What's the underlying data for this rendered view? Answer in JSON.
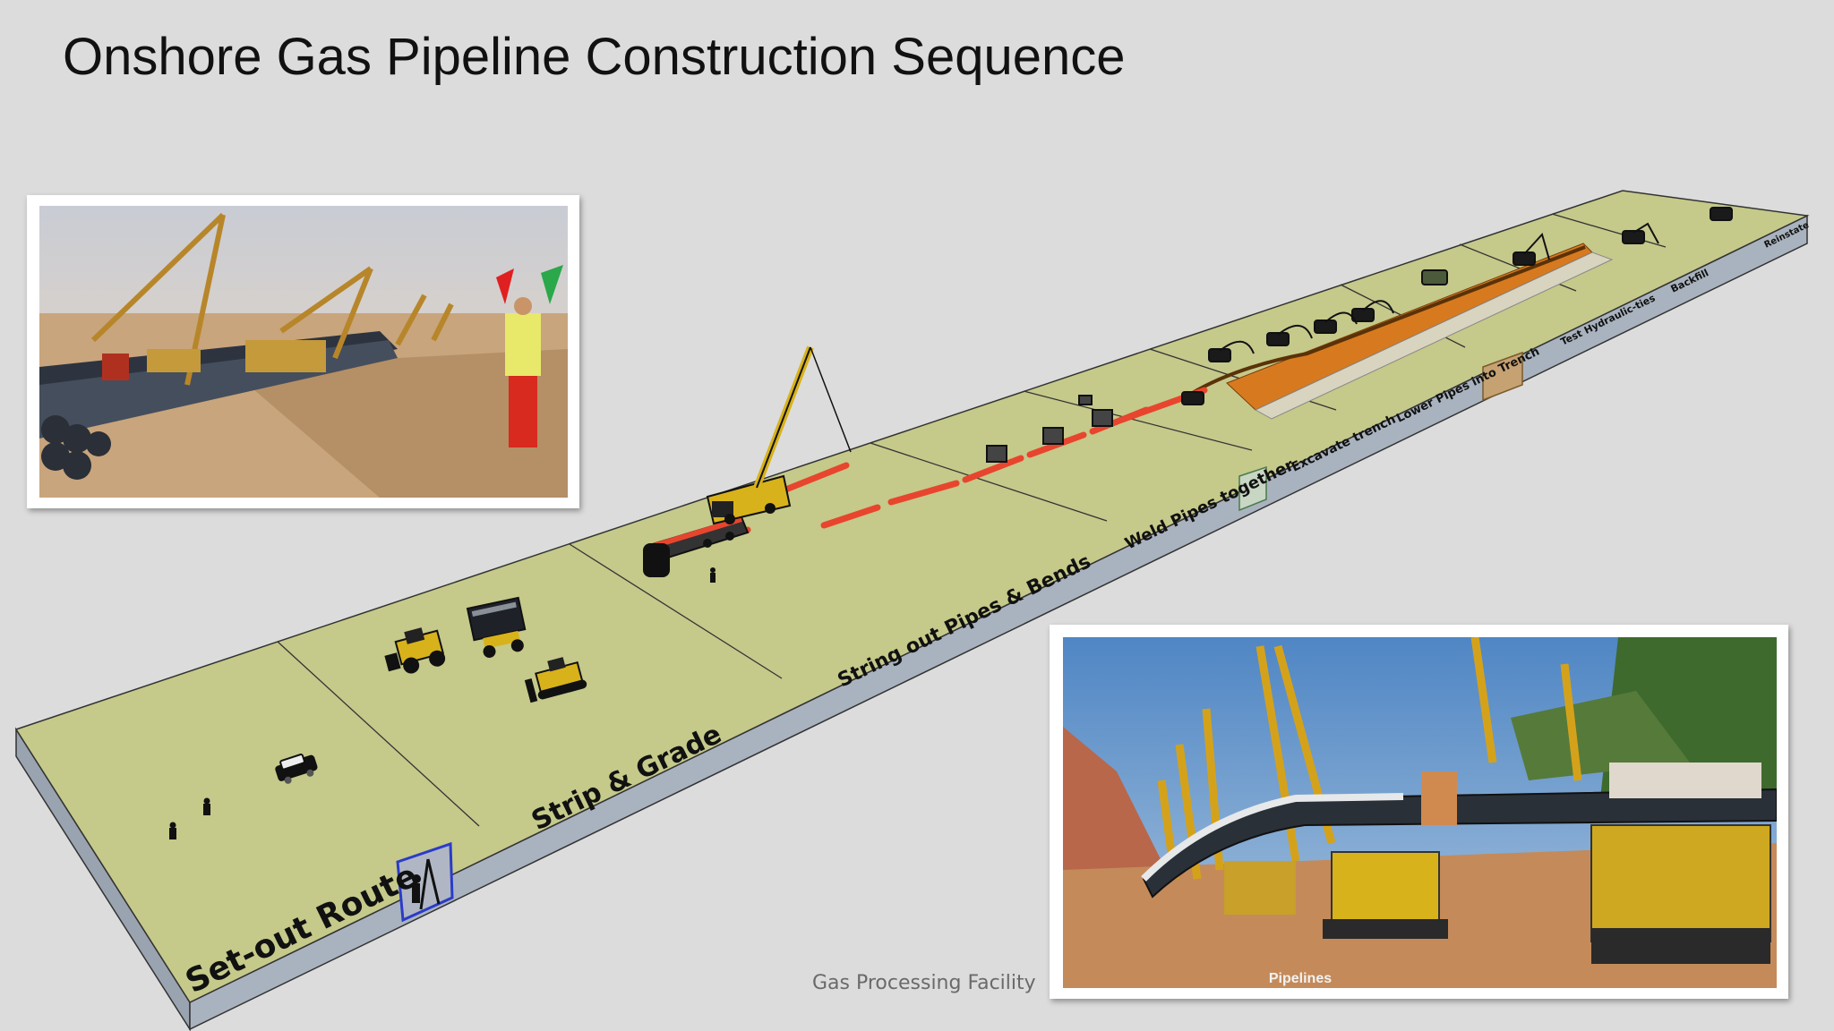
{
  "title": "Onshore Gas Pipeline Construction Sequence",
  "footer": "Gas Processing Facility",
  "stages": [
    "Set-out Route",
    "Strip & Grade",
    "String out Pipes & Bends",
    "Weld Pipes together",
    "Excavate trench",
    "Lower Pipes into Trench",
    "Test Hydraulic-ties",
    "Backfill",
    "Reinstate"
  ],
  "photos": {
    "top_left": {
      "caption": ""
    },
    "bottom_right": {
      "caption": "Pipelines"
    }
  },
  "colors": {
    "background": "#dcdcdc",
    "ground_top": "#c5c98a",
    "ground_side": "#a9b3bf",
    "pipe": "#e8452e",
    "trench": "#d77a1f"
  }
}
